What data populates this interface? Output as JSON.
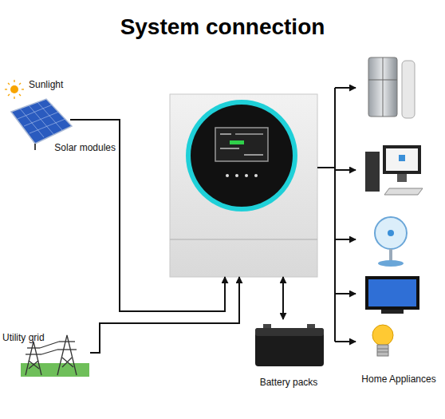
{
  "diagram": {
    "title": "System connection",
    "nodes": [
      {
        "text": [
          "Solar modules"
        ]
      },
      {
        "text": []
      },
      {
        "text": [
          "Utility grid"
        ]
      },
      {
        "text": [
          "Battery packs"
        ]
      },
      {
        "text": [
          "Home Appliances"
        ]
      }
    ],
    "edges": [
      {
        "from": 0,
        "to": 1,
        "arrow": "to"
      },
      {
        "from": 2,
        "to": 1,
        "arrow": "to"
      },
      {
        "from": 1,
        "to": 3,
        "arrow": "both"
      },
      {
        "from": 1,
        "to": 4,
        "arrow": "to"
      }
    ],
    "labels": [
      "Sunlight"
    ]
  }
}
